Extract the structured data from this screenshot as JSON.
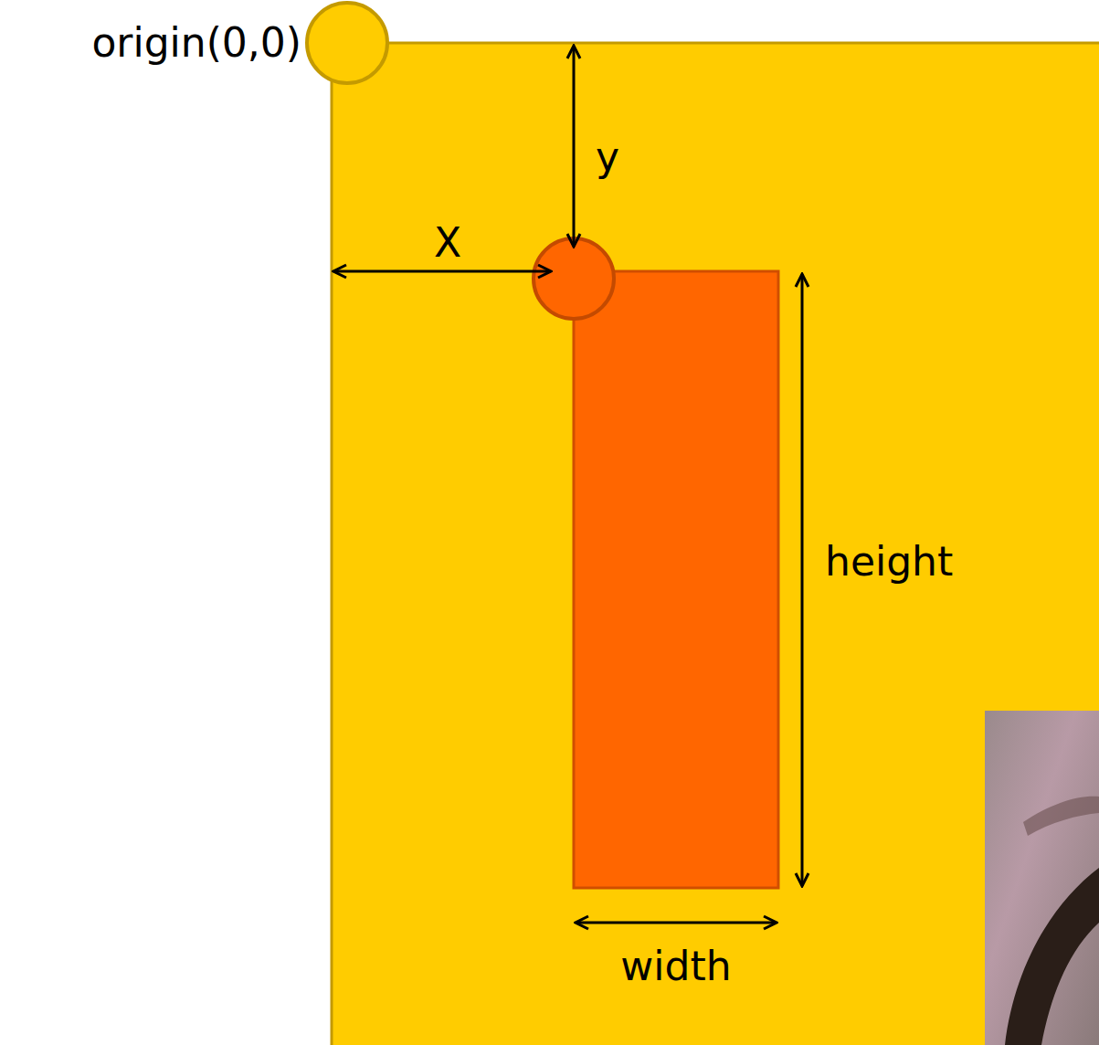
{
  "diagram": {
    "labels": [
      "origin(0,0)",
      "y",
      "X",
      "height",
      "width"
    ]
  }
}
